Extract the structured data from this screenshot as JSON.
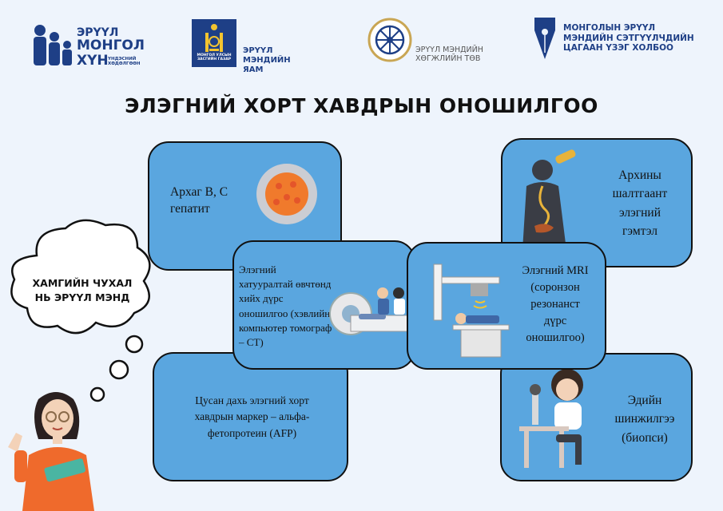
{
  "logos": {
    "logo1": {
      "line1": "ЭРҮҮЛ",
      "line2": "МОНГОЛ",
      "line3": "ХҮН",
      "tagline": "ҮНДЭСНИЙ\nХӨДӨЛГӨӨН"
    },
    "logo2": {
      "caption": "МОНГОЛ УЛСЫН\nЗАСГИЙН ГАЗАР",
      "text": "ЭРҮҮЛ\nМЭНДИЙН ЯАМ"
    },
    "logo3": {
      "text": "ЭРҮҮЛ МЭНДИЙН\nХӨГЖЛИЙН ТӨВ"
    },
    "logo4": {
      "text": "МОНГОЛЫН ЭРҮҮЛ\nМЭНДИЙН СЭТГҮҮЛЧДИЙН\nЦАГААН ҮЗЭГ ХОЛБОО"
    }
  },
  "title": "ЭЛЭГНИЙ ХОРТ ХАВДРЫН ОНОШИЛГОО",
  "speech_bubble": "ХАМГИЙН ЧУХАЛ\nНЬ ЭРҮҮЛ МЭНД",
  "cards": {
    "hepatitis": "Архаг B, C\nгепатит",
    "alcohol": "Архины\nшалтгаант\nэлэгний\nгэмтэл",
    "ct": "Элэгний\nхатууралтай өвчтөнд\nхийх дүрс\nоношилгоо (хэвлийн\nкомпьютер томограф\n– CT)",
    "mri": "Элэгний MRI\n(соронзон\nрезонанст\nдүрс\nоношилгоо)",
    "afp": "Цусан дахь элэгний хорт\nхавдрын маркер – альфа-\nфетопротеин (AFP)",
    "biopsy": "Эдийн\nшинжилгээ\n(биопси)"
  },
  "colors": {
    "card": "#5aa6df",
    "background": "#eef4fc",
    "brand_blue": "#1e3f86"
  }
}
